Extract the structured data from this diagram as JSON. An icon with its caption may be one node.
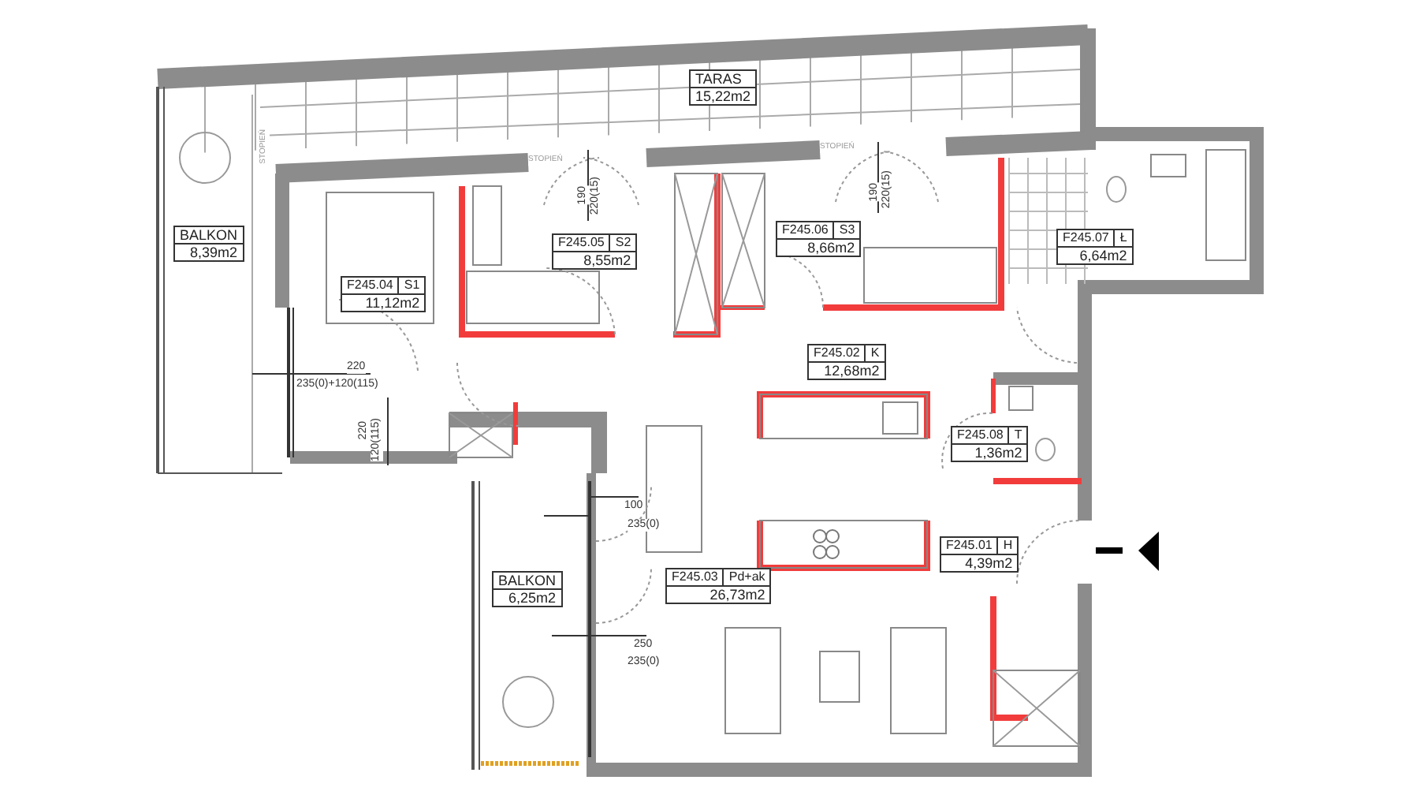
{
  "diagram": {
    "nodes": [
      {
        "text": [
          "TARAS",
          "15,22m2"
        ]
      },
      {
        "text": [
          "F245.06",
          "S3",
          "8,66m2"
        ]
      },
      {
        "text": [
          "BALKON",
          "8,39m2"
        ]
      },
      {
        "text": [
          "F245.07",
          "Ł",
          "6,64m2"
        ]
      },
      {
        "text": [
          "F245.05",
          "S2",
          "8,55m2"
        ]
      },
      {
        "text": [
          "F245.04",
          "S1",
          "11,12m2"
        ]
      },
      {
        "text": [
          "F245.02",
          "K",
          "12,68m2"
        ]
      },
      {
        "text": [
          "F245.08",
          "T",
          "1,36m2"
        ]
      },
      {
        "text": [
          "F245.01",
          "H",
          "4,39m2"
        ]
      },
      {
        "text": [
          "F245.03",
          "Pd+ak",
          "26,73m2"
        ]
      },
      {
        "text": [
          "BALKON",
          "6,25m2"
        ]
      }
    ],
    "labels": [
      "STOPIEŃ",
      "STOPIEŃ",
      "STOPIEŃ",
      "190",
      "220(15)",
      "190",
      "220(15)",
      "220",
      "235(0)+120(115)",
      "220",
      "120(115)",
      "100",
      "235(0)",
      "250",
      "235(0)"
    ]
  }
}
